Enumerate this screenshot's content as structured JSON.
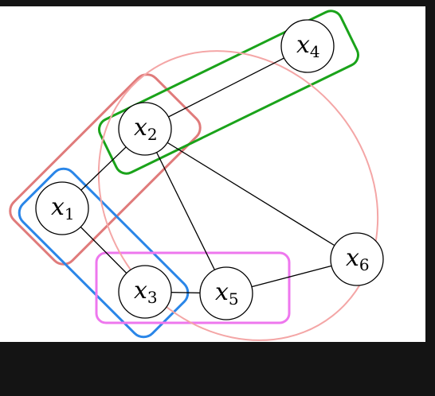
{
  "nodes": [
    {
      "id": "x1",
      "base": "x",
      "sub": "1"
    },
    {
      "id": "x2",
      "base": "x",
      "sub": "2"
    },
    {
      "id": "x3",
      "base": "x",
      "sub": "3"
    },
    {
      "id": "x4",
      "base": "x",
      "sub": "4"
    },
    {
      "id": "x5",
      "base": "x",
      "sub": "5"
    },
    {
      "id": "x6",
      "base": "x",
      "sub": "6"
    }
  ],
  "edges": [
    [
      "x1",
      "x2"
    ],
    [
      "x1",
      "x3"
    ],
    [
      "x2",
      "x4"
    ],
    [
      "x2",
      "x5"
    ],
    [
      "x2",
      "x6"
    ],
    [
      "x3",
      "x5"
    ],
    [
      "x5",
      "x6"
    ]
  ],
  "groups": [
    {
      "id": "group-x1-x2",
      "members": [
        "x1",
        "x2"
      ],
      "color": "#e07b7b"
    },
    {
      "id": "group-x2-x4",
      "members": [
        "x2",
        "x4"
      ],
      "color": "#1aa31a"
    },
    {
      "id": "group-x1-x3",
      "members": [
        "x1",
        "x3"
      ],
      "color": "#2a86e8"
    },
    {
      "id": "group-x3-x5",
      "members": [
        "x3",
        "x5"
      ],
      "color": "#ee77ee"
    },
    {
      "id": "group-x2-x5-x6",
      "members": [
        "x2",
        "x5",
        "x6"
      ],
      "color": "#f4a6a6"
    }
  ],
  "colors": {
    "canvas": "#ffffff",
    "frame": "#141414",
    "edge": "#000000",
    "node_fill": "#ffffff",
    "node_stroke": "#000000"
  }
}
